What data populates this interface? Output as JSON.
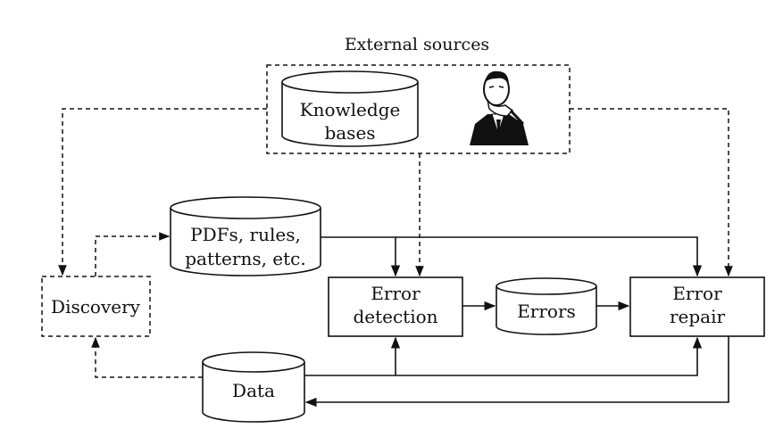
{
  "external_sources": {
    "title": "External sources",
    "knowledge_bases": [
      "Knowledge",
      "bases"
    ],
    "expert_icon": "thinking-person-icon"
  },
  "pdfs_rules": [
    "PDFs, rules,",
    "patterns, etc."
  ],
  "discovery": "Discovery",
  "error_detection": [
    "Error",
    "detection"
  ],
  "errors": "Errors",
  "error_repair": [
    "Error",
    "repair"
  ],
  "data": "Data"
}
